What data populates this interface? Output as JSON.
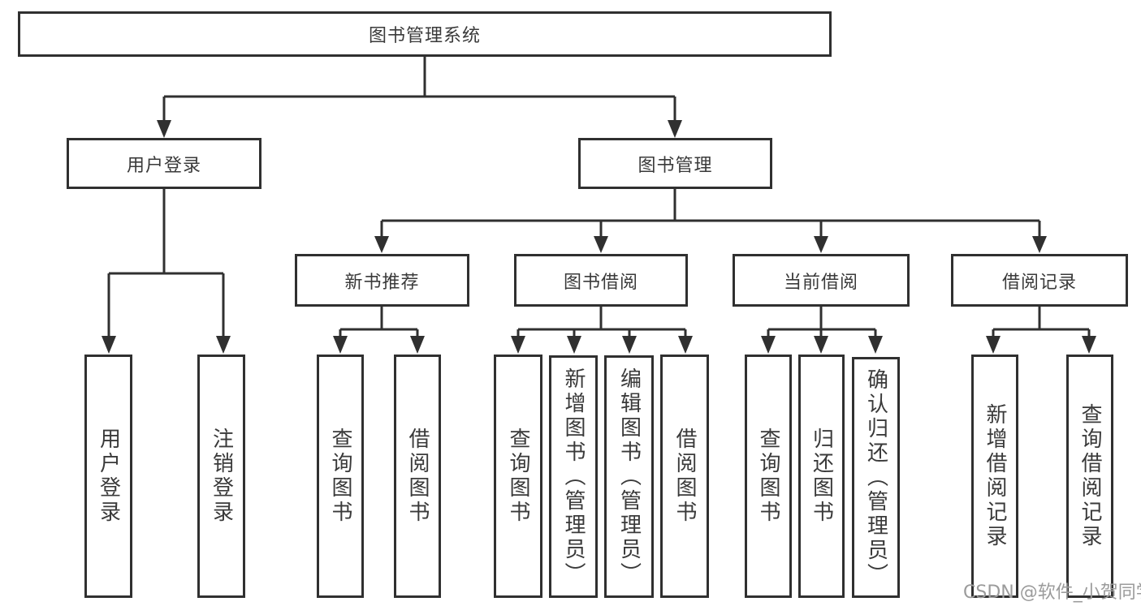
{
  "diagram": {
    "title": "图书管理系统",
    "watermark": "CSDN @软件_小贺同学"
  },
  "colors": {
    "line": "#303030",
    "text": "#3a3a3a",
    "watermark": "#9b9b9b",
    "background": "#ffffff"
  },
  "nodes": {
    "root": {
      "label": "图书管理系统"
    },
    "user_login": {
      "label": "用户登录"
    },
    "book_management": {
      "label": "图书管理"
    },
    "login": {
      "label": "用户登录"
    },
    "logout": {
      "label": "注销登录"
    },
    "new_book_recommend": {
      "label": "新书推荐"
    },
    "book_borrowing": {
      "label": "图书借阅"
    },
    "current_borrowing": {
      "label": "当前借阅"
    },
    "borrowing_records": {
      "label": "借阅记录"
    },
    "nb_query_books": {
      "label": "查询图书"
    },
    "nb_borrow_books": {
      "label": "借阅图书"
    },
    "bb_query_books": {
      "label": "查询图书"
    },
    "bb_add_books": {
      "label": "新增图书（管理员）"
    },
    "bb_edit_books": {
      "label": "编辑图书（管理员）"
    },
    "bb_borrow_books": {
      "label": "借阅图书"
    },
    "cb_query_books": {
      "label": "查询图书"
    },
    "cb_return_books": {
      "label": "归还图书"
    },
    "cb_confirm_return": {
      "label": "确认归还（管理员）"
    },
    "br_add_record": {
      "label": "新增借阅记录"
    },
    "br_query_record": {
      "label": "查询借阅记录"
    }
  }
}
